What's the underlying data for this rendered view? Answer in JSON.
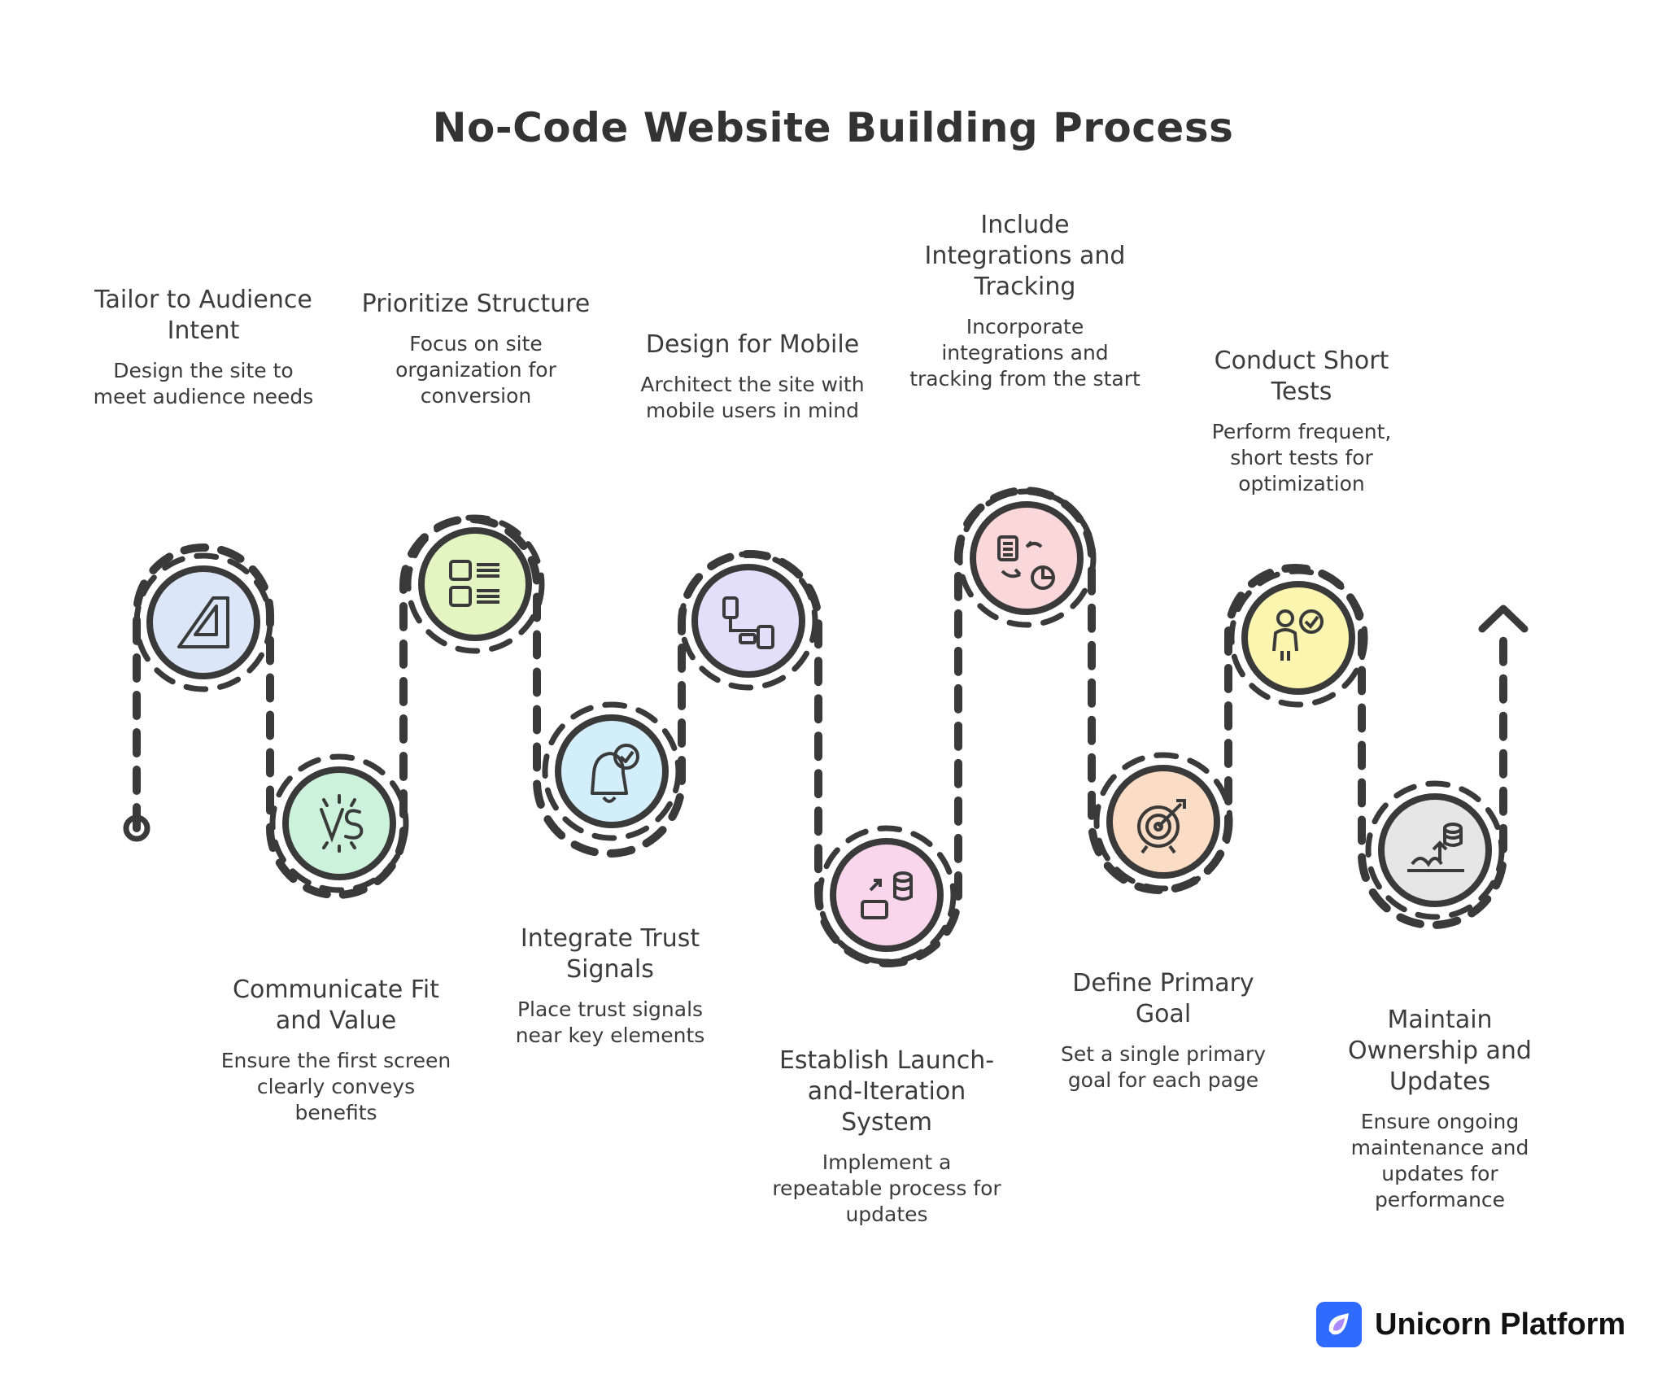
{
  "title": "No-Code Website Building Process",
  "steps": [
    {
      "title": "Tailor to Audience Intent",
      "desc": "Design the site to meet audience needs",
      "color": "#dbe6f8",
      "icon": "diagonal-wedge-icon"
    },
    {
      "title": "Communicate Fit and Value",
      "desc": "Ensure the first screen clearly conveys benefits",
      "color": "#cdf2dc",
      "icon": "versus-icon"
    },
    {
      "title": "Prioritize Structure",
      "desc": "Focus on site organization for conversion",
      "color": "#e3f6c2",
      "icon": "checklist-grid-icon"
    },
    {
      "title": "Integrate Trust Signals",
      "desc": "Place trust signals near key elements",
      "color": "#d3eefb",
      "icon": "bell-check-icon"
    },
    {
      "title": "Design for Mobile",
      "desc": "Architect the site with mobile users in mind",
      "color": "#e3def9",
      "icon": "mobile-flow-icon"
    },
    {
      "title": "Establish Launch-and-Iteration System",
      "desc": "Implement a repeatable process for updates",
      "color": "#f9d6ec",
      "icon": "database-sync-icon"
    },
    {
      "title": "Include Integrations and Tracking",
      "desc": "Incorporate integrations and tracking from the start",
      "color": "#fad8da",
      "icon": "document-chart-icon"
    },
    {
      "title": "Define Primary Goal",
      "desc": "Set a single primary goal for each page",
      "color": "#fbdcc4",
      "icon": "target-icon"
    },
    {
      "title": "Conduct Short Tests",
      "desc": "Perform frequent, short tests for optimization",
      "color": "#fbf5b0",
      "icon": "person-check-icon"
    },
    {
      "title": "Maintain Ownership and Updates",
      "desc": "Ensure ongoing maintenance and updates for performance",
      "color": "#e6e6e6",
      "icon": "database-upload-icon"
    }
  ],
  "brand": {
    "name": "Unicorn Platform",
    "logo_color": "#2f6bff"
  }
}
